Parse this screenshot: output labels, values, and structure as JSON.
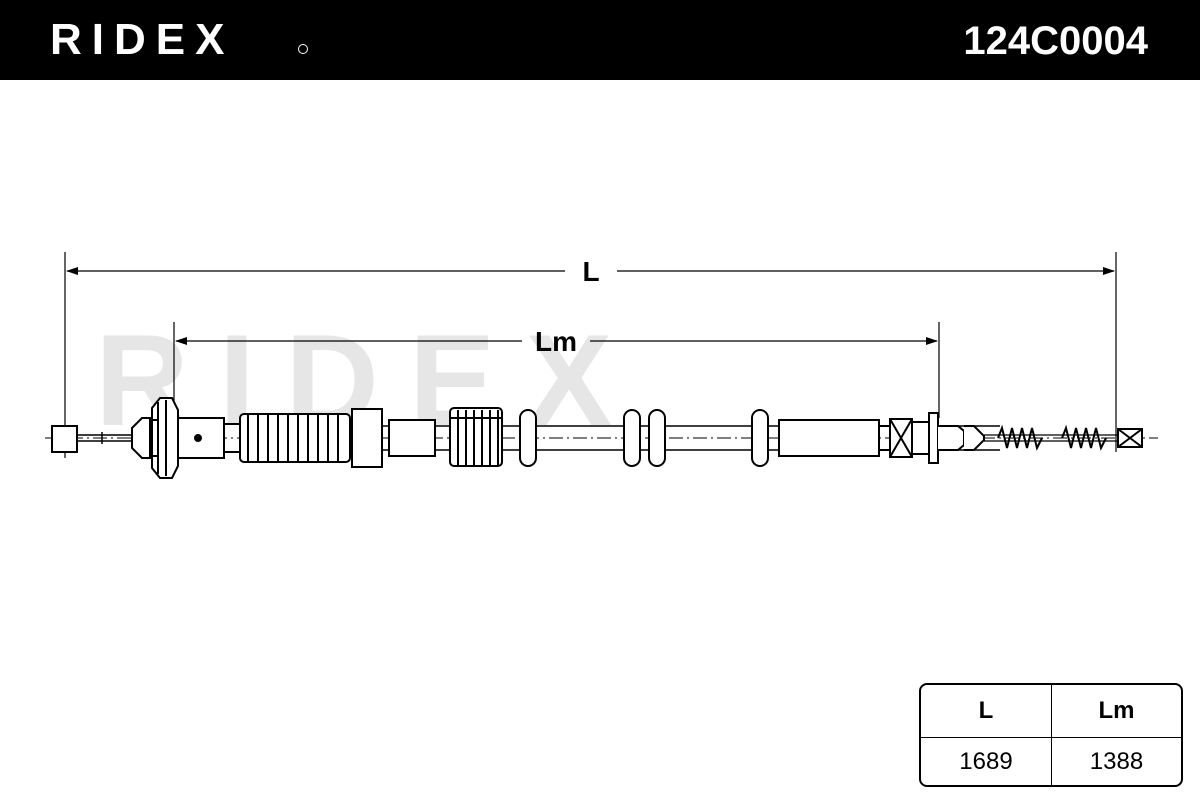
{
  "header": {
    "brand": "RIDEX",
    "part_number": "124C0004"
  },
  "watermark": "RIDEX",
  "dimensions": {
    "L_label": "L",
    "Lm_label": "Lm"
  },
  "table": {
    "headers": [
      "L",
      "Lm"
    ],
    "values": [
      "1689",
      "1388"
    ]
  }
}
